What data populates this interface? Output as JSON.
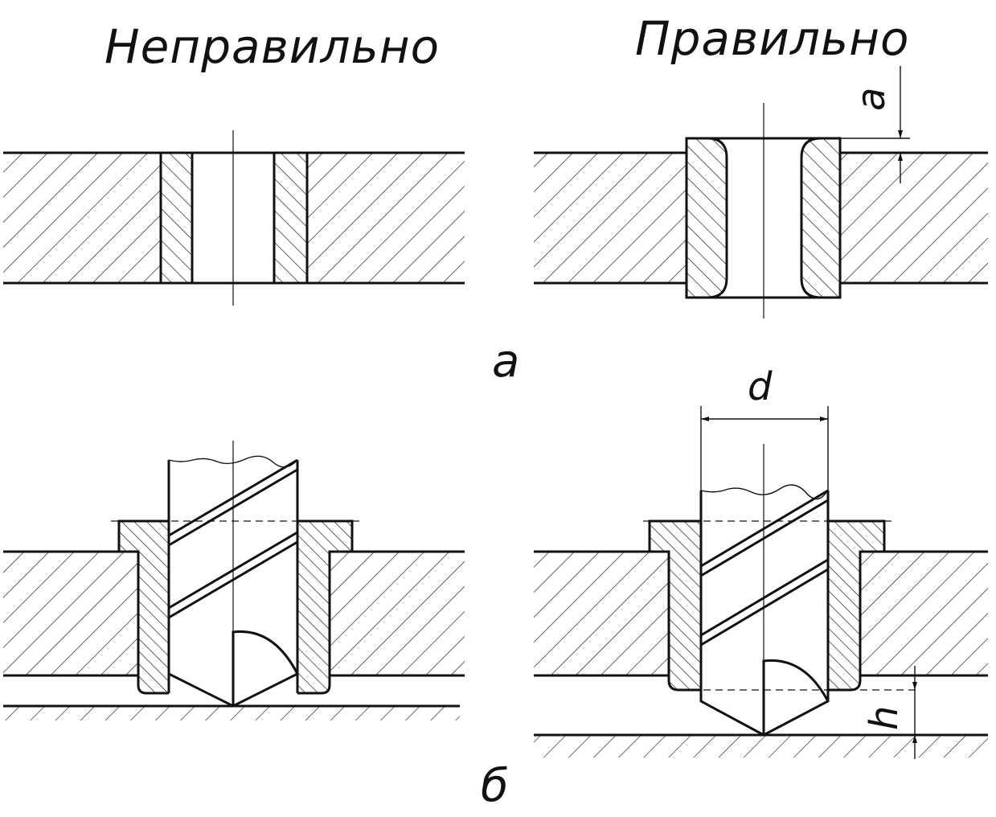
{
  "labels": {
    "incorrect": "Неправильно",
    "correct": "Правильно",
    "caption_a": "а",
    "caption_b": "б",
    "dim_a": "a",
    "dim_d": "d",
    "dim_h": "h"
  },
  "colors": {
    "line": "#111111",
    "background": "#ffffff"
  }
}
